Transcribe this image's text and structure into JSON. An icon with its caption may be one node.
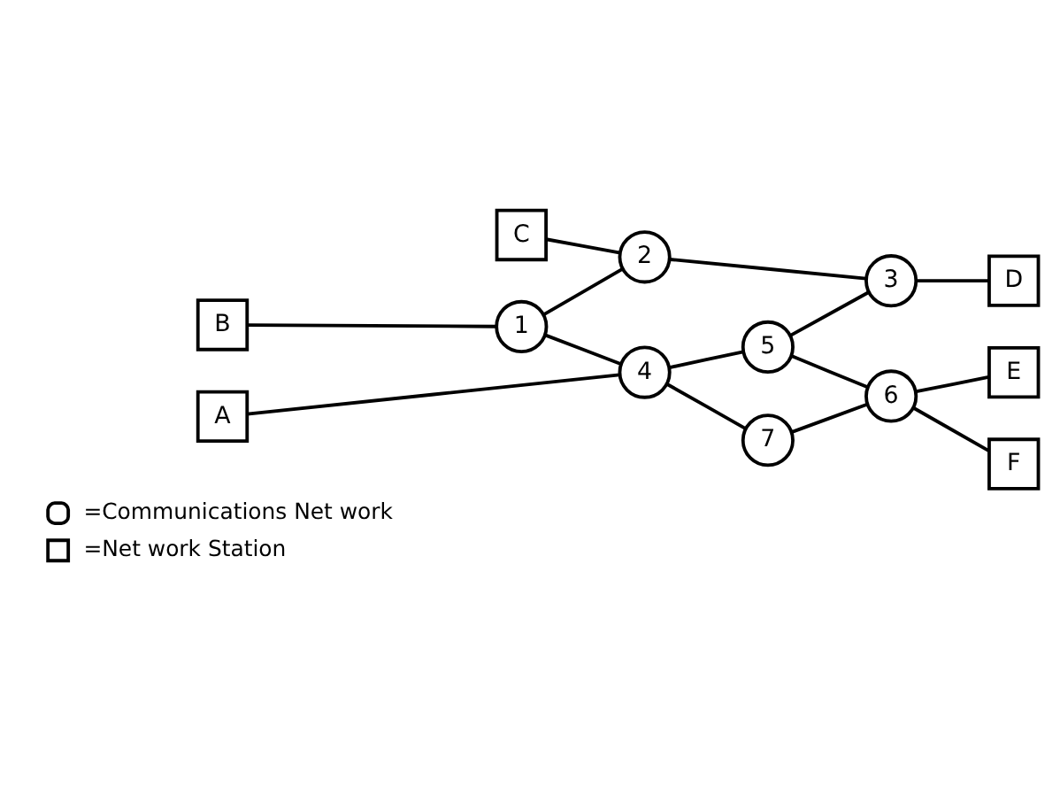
{
  "diagram": {
    "nodes": [
      {
        "text": [
          "C"
        ]
      },
      {
        "text": [
          "2"
        ]
      },
      {
        "text": [
          "B"
        ]
      },
      {
        "text": [
          "1"
        ]
      },
      {
        "text": [
          "3"
        ]
      },
      {
        "text": [
          "D"
        ]
      },
      {
        "text": [
          "5"
        ]
      },
      {
        "text": [
          "A"
        ]
      },
      {
        "text": [
          "4"
        ]
      },
      {
        "text": [
          "6"
        ]
      },
      {
        "text": [
          "E"
        ]
      },
      {
        "text": [
          "F"
        ]
      },
      {
        "text": [
          "7"
        ]
      }
    ],
    "edges": [
      {
        "from": 0,
        "to": 1,
        "arrow": "none"
      },
      {
        "from": 2,
        "to": 3,
        "arrow": "none"
      },
      {
        "from": 3,
        "to": 1,
        "arrow": "none"
      },
      {
        "from": 1,
        "to": 4,
        "arrow": "none"
      },
      {
        "from": 4,
        "to": 5,
        "arrow": "none"
      },
      {
        "from": 3,
        "to": 8,
        "arrow": "none"
      },
      {
        "from": 6,
        "to": 4,
        "arrow": "none"
      },
      {
        "from": 7,
        "to": 8,
        "arrow": "none"
      },
      {
        "from": 8,
        "to": 6,
        "arrow": "none"
      },
      {
        "from": 8,
        "to": 12,
        "arrow": "none"
      },
      {
        "from": 6,
        "to": 9,
        "arrow": "none"
      },
      {
        "from": 12,
        "to": 9,
        "arrow": "none"
      },
      {
        "from": 9,
        "to": 10,
        "arrow": "none"
      },
      {
        "from": 9,
        "to": 11,
        "arrow": "none"
      }
    ],
    "legend": [
      {
        "text": "=Communications Net work"
      },
      {
        "text": "=Net work Station"
      }
    ]
  }
}
